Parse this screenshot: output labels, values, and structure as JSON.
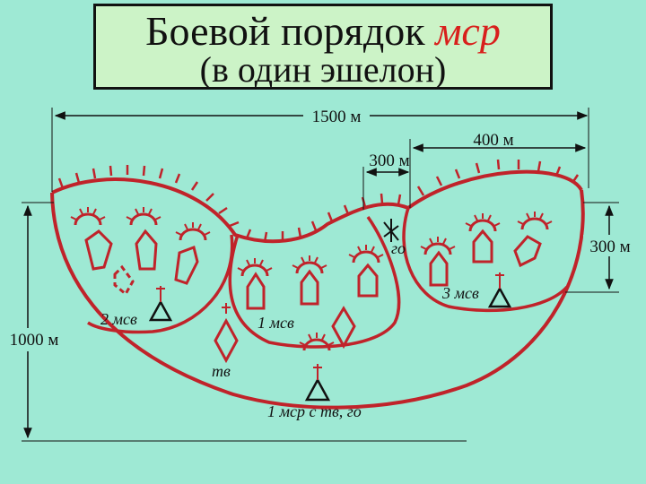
{
  "title": {
    "line1_main": "Боевой порядок",
    "line1_accent": "мср",
    "line2": "(в один эшелон)"
  },
  "dimensions": {
    "total_width": "1500 м",
    "flank_width": "400 м",
    "gap_width": "300 м",
    "depth_first_echelon": "300 м",
    "total_depth": "1000 м"
  },
  "units": {
    "company_2": "2 мсв",
    "company_1": "1 мсв",
    "company_3": "3 мсв",
    "tank_platoon": "тв",
    "company_hq": "1 мср с тв, го",
    "grenade_launcher": "го"
  },
  "colors": {
    "background": "#9ee9d4",
    "title_bg": "#ccf3c7",
    "accent": "#d8201c",
    "boundary": "#c0232a",
    "ink": "#111111"
  }
}
